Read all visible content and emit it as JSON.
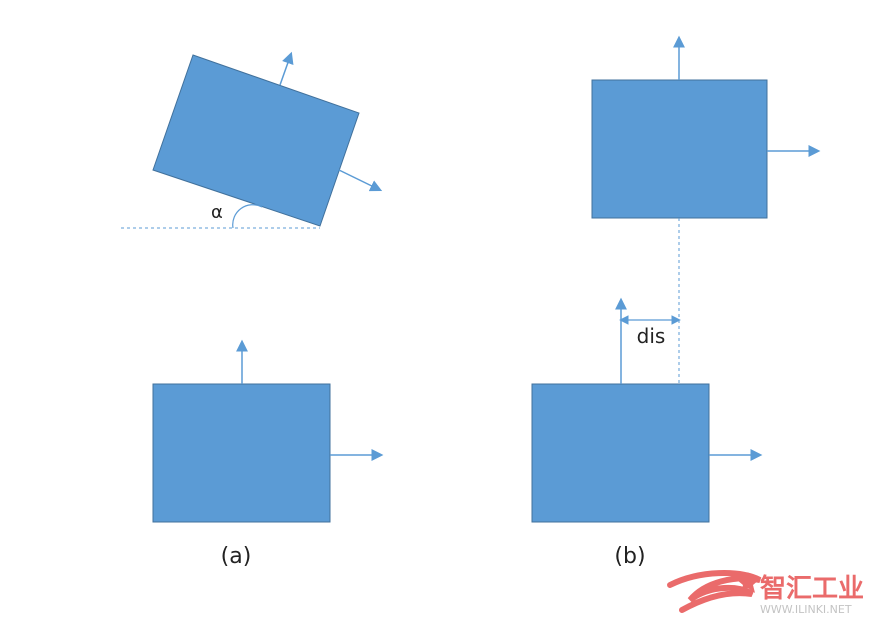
{
  "diagram": {
    "panel_a": {
      "angle_label": "α",
      "caption": "(a)"
    },
    "panel_b": {
      "distance_label": "dis",
      "caption": "(b)"
    },
    "watermark": {
      "brand_text": "智汇工业",
      "url_text": "WWW.ILINKI.NET"
    },
    "colors": {
      "box_fill": "#5b9bd5",
      "box_stroke": "#41719c",
      "arrow": "#5b9bd5",
      "text": "#222222",
      "watermark_red": "#e85c5c",
      "watermark_gray": "#bdbdbd"
    }
  }
}
